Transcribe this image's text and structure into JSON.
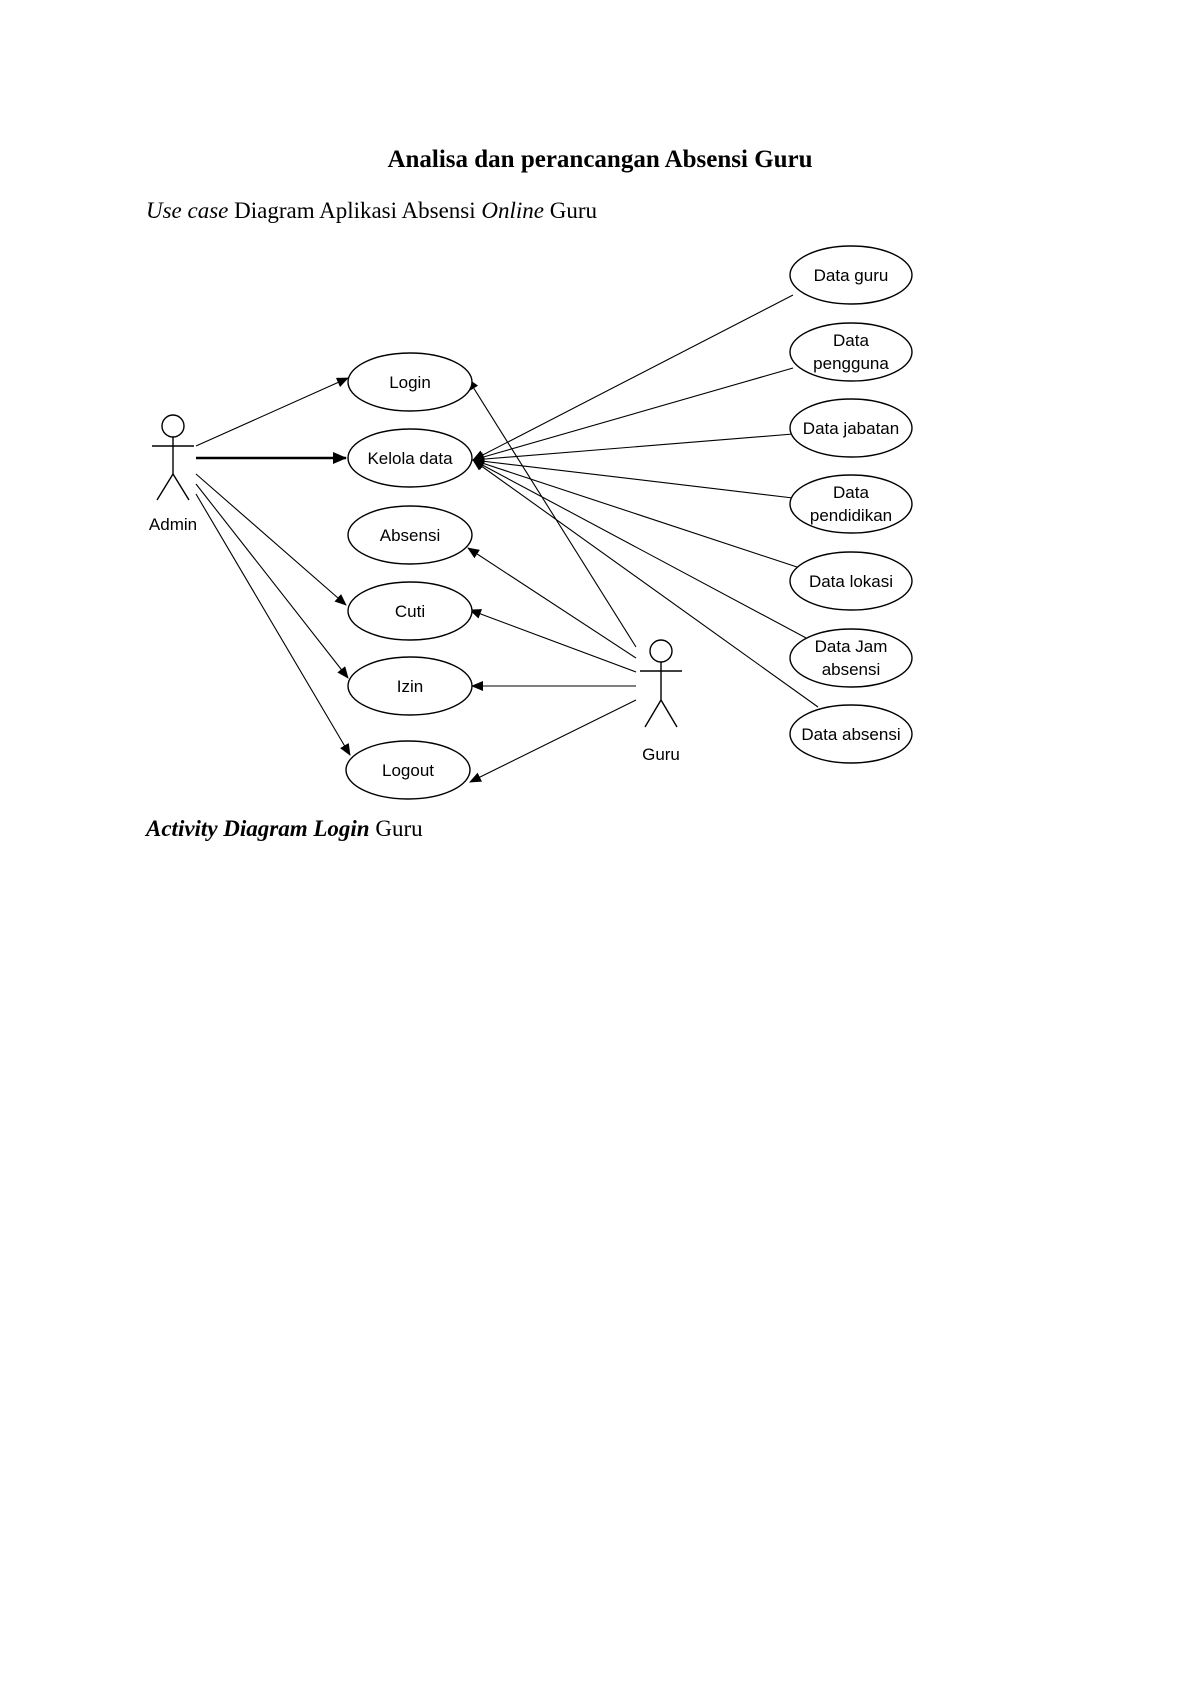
{
  "document": {
    "title": "Analisa dan perancangan Absensi Guru",
    "caption_usecase": {
      "part1": "Use case",
      "part2": " Diagram Aplikasi Absensi ",
      "part3": "Online",
      "part4": " Guru"
    },
    "caption_activity": {
      "part1": "Activity Diagram Login",
      "part2": " Guru"
    }
  },
  "diagram": {
    "actors": {
      "admin": "Admin",
      "guru": "Guru"
    },
    "use_cases": {
      "login": "Login",
      "kelola_data": "Kelola data",
      "absensi": "Absensi",
      "cuti": "Cuti",
      "izin": "Izin",
      "logout": "Logout"
    },
    "data_cases": {
      "data_guru": [
        "Data guru"
      ],
      "data_pengguna": [
        "Data",
        "pengguna"
      ],
      "data_jabatan": [
        "Data jabatan"
      ],
      "data_pendidikan": [
        "Data",
        "pendidikan"
      ],
      "data_lokasi": [
        "Data lokasi"
      ],
      "data_jam_absensi": [
        "Data Jam",
        "absensi"
      ],
      "data_absensi": [
        "Data absensi"
      ]
    }
  }
}
